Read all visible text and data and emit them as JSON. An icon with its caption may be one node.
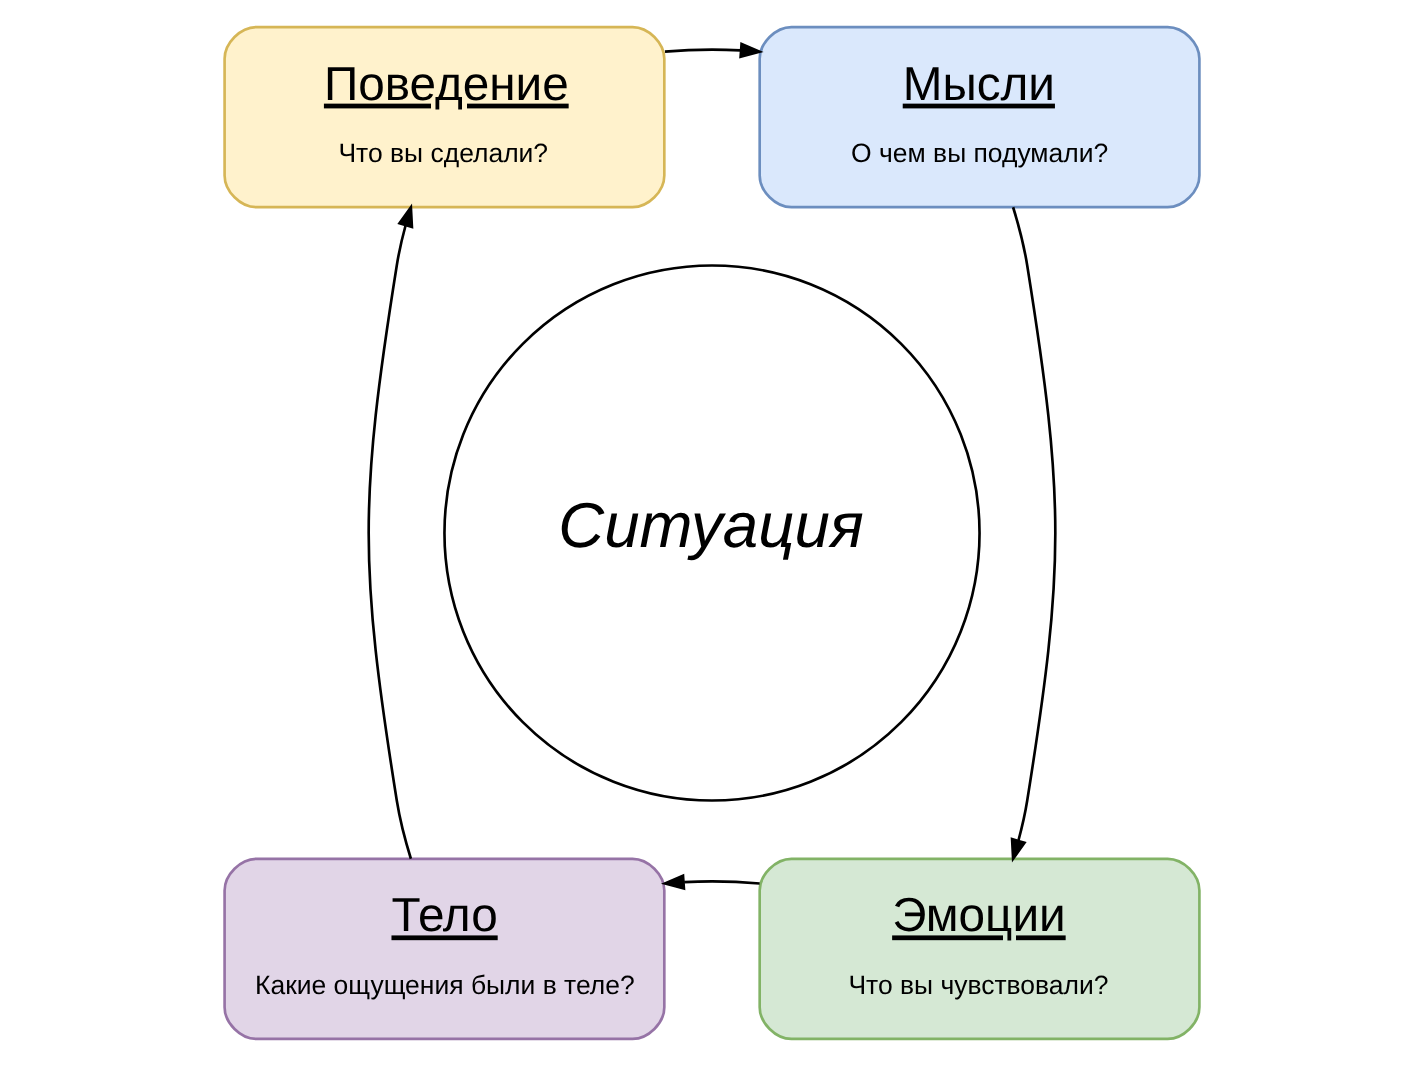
{
  "diagram": {
    "nodes": [
      {
        "text": [
          "Ситуация"
        ]
      },
      {
        "text": [
          "Поведение",
          "Что вы сделали?"
        ]
      },
      {
        "text": [
          "Мысли",
          "О чем вы подумали?"
        ]
      },
      {
        "text": [
          "Тело",
          "Какие ощущения были в теле?"
        ]
      },
      {
        "text": [
          "Эмоции",
          "Что вы чувствовали?"
        ]
      }
    ],
    "edges": [
      {
        "from": 1,
        "to": 2,
        "arrow": "to"
      },
      {
        "from": 2,
        "to": 4,
        "arrow": "to"
      },
      {
        "from": 4,
        "to": 3,
        "arrow": "to"
      },
      {
        "from": 3,
        "to": 1,
        "arrow": "to"
      }
    ]
  }
}
